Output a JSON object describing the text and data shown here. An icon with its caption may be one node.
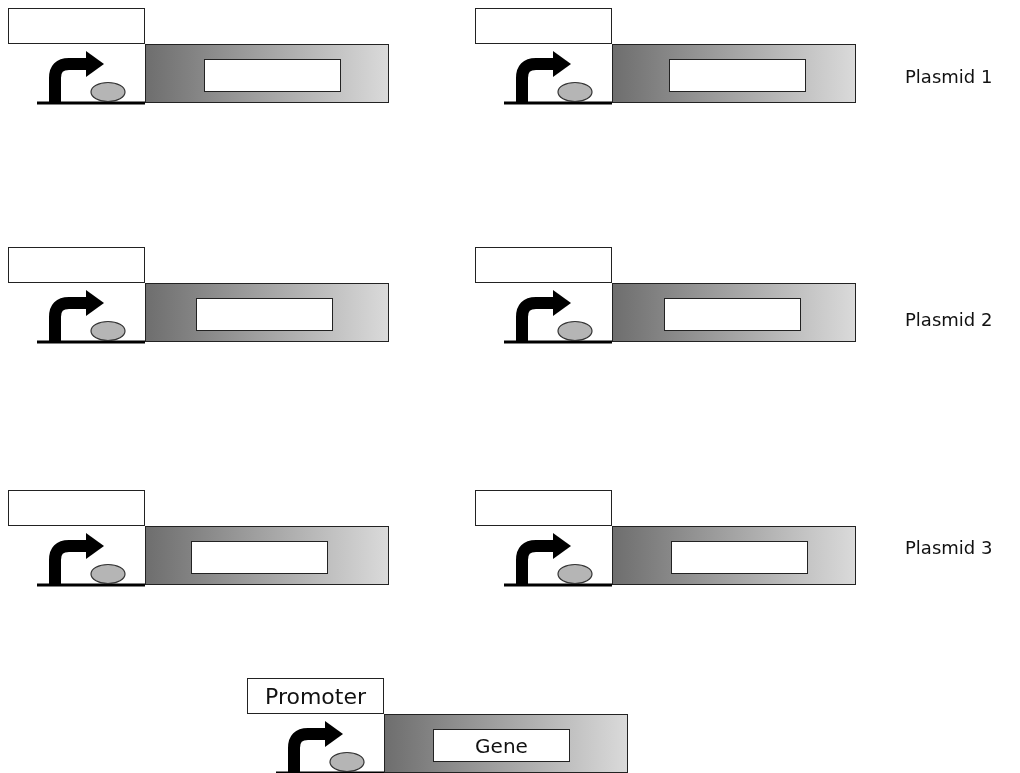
{
  "diagram": {
    "nodes": [
      {
        "text": [],
        "shape": "box"
      },
      {
        "text": [],
        "shape": "bar"
      },
      {
        "text": [],
        "shape": "box",
        "in": 1
      },
      {
        "text": [],
        "shape": "box"
      },
      {
        "text": [],
        "shape": "bar"
      },
      {
        "text": [],
        "shape": "box",
        "in": 4
      },
      {
        "text": [],
        "shape": "box"
      },
      {
        "text": [],
        "shape": "bar"
      },
      {
        "text": [],
        "shape": "box",
        "in": 7
      },
      {
        "text": [],
        "shape": "box"
      },
      {
        "text": [],
        "shape": "bar"
      },
      {
        "text": [],
        "shape": "box",
        "in": 10
      },
      {
        "text": [],
        "shape": "box"
      },
      {
        "text": [],
        "shape": "bar"
      },
      {
        "text": [],
        "shape": "box",
        "in": 13
      },
      {
        "text": [],
        "shape": "box"
      },
      {
        "text": [],
        "shape": "bar"
      },
      {
        "text": [],
        "shape": "box",
        "in": 16
      },
      {
        "text": [
          "Promoter"
        ]
      },
      {
        "text": [],
        "shape": "bar"
      },
      {
        "text": [
          "Gene"
        ],
        "in": 19
      }
    ],
    "labels": [
      "Plasmid 1",
      "Plasmid 2",
      "Plasmid 3"
    ]
  }
}
